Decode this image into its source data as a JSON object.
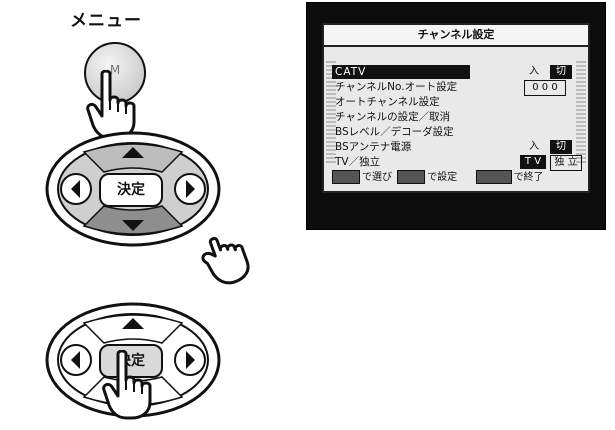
{
  "menu": {
    "label": "メニュー",
    "button_text": "M"
  },
  "dpad": {
    "center_label": "決定",
    "center_label_2": "決定"
  },
  "osd": {
    "title": "チャンネル設定",
    "rows": [
      {
        "label": "CATV",
        "options": [
          "入",
          "切"
        ],
        "selected_option": 1
      },
      {
        "label": "チャンネルNo.オート設定",
        "options": [
          "0 0 0"
        ]
      },
      {
        "label": "オートチャンネル設定",
        "options": []
      },
      {
        "label": "チャンネルの設定／取消",
        "options": []
      },
      {
        "label": "BSレベル／デコーダ設定",
        "options": []
      },
      {
        "label": "BSアンテナ電源",
        "options": [
          "入",
          "切"
        ],
        "selected_option": 1
      },
      {
        "label": "TV／独立",
        "options": [
          "T V",
          "独 立"
        ],
        "selected_option": 0
      }
    ],
    "footer": {
      "select_text": "で選び",
      "set_text": "で設定",
      "end_text": "で終了"
    }
  }
}
